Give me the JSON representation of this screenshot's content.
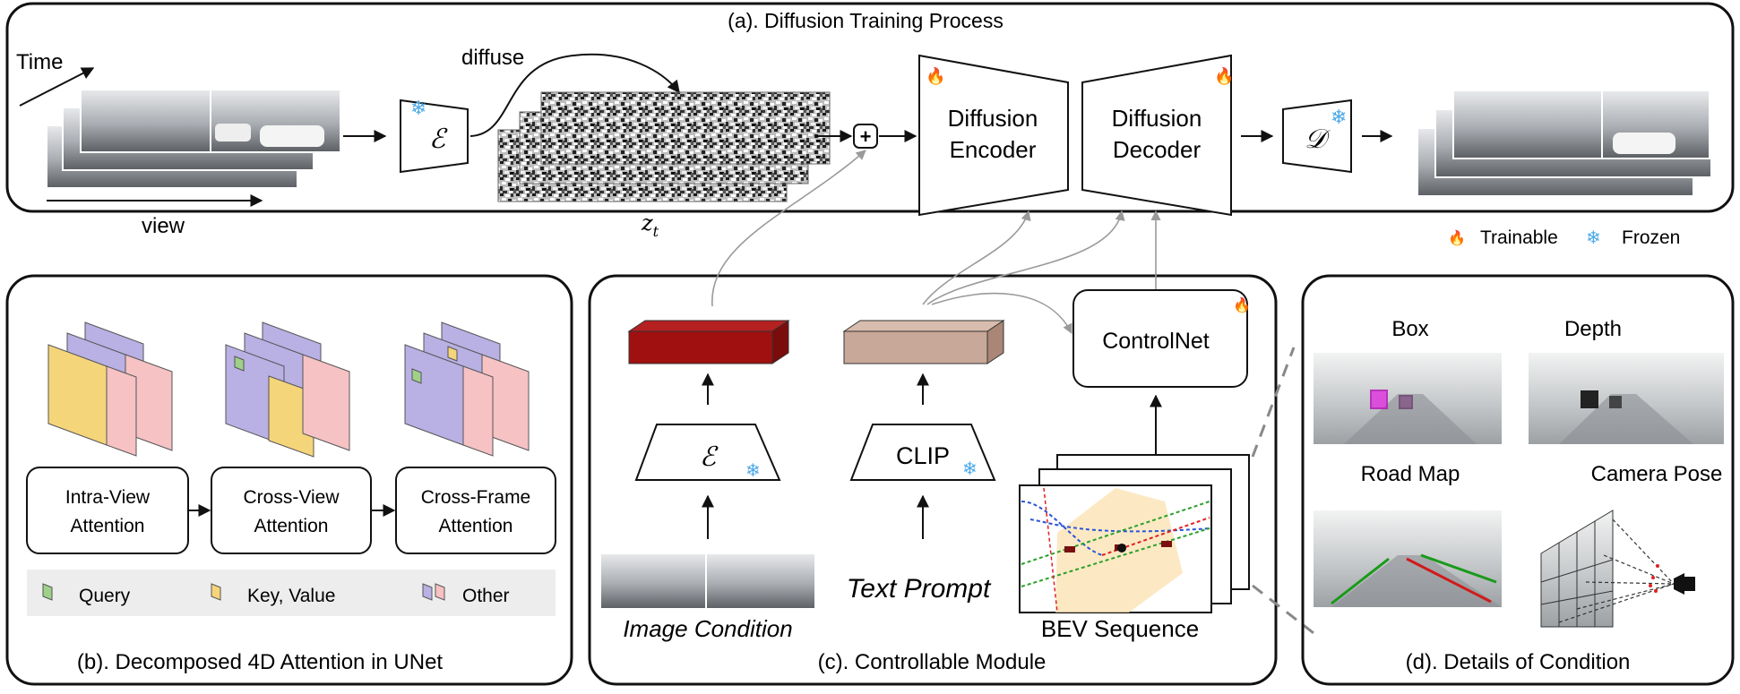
{
  "panel_a": {
    "title": "(a). Diffusion Training Process",
    "time_label": "Time",
    "view_label": "view",
    "diffuse_label": "diffuse",
    "encoder_symbol": "ℰ",
    "decoder_symbol": "𝒟",
    "latent_symbol": "z",
    "latent_subscript": "t",
    "plus_symbol": "+",
    "diffusion_encoder": [
      "Diffusion",
      "Encoder"
    ],
    "diffusion_decoder": [
      "Diffusion",
      "Decoder"
    ],
    "legend_trainable": "Trainable",
    "legend_frozen": "Frozen"
  },
  "panel_b": {
    "title": "(b). Decomposed 4D Attention in UNet",
    "steps": [
      [
        "Intra-View",
        "Attention"
      ],
      [
        "Cross-View",
        "Attention"
      ],
      [
        "Cross-Frame",
        "Attention"
      ]
    ],
    "legend": {
      "query": "Query",
      "key_value": "Key, Value",
      "other": "Other"
    }
  },
  "panel_c": {
    "title": "(c). Controllable Module",
    "encoder_symbol": "ℰ",
    "clip_label": "CLIP",
    "controlnet_label": "ControlNet",
    "image_condition": "Image Condition",
    "text_prompt": "Text Prompt",
    "bev_sequence": "BEV Sequence"
  },
  "panel_d": {
    "title": "(d). Details of Condition",
    "box": "Box",
    "depth": "Depth",
    "road_map": "Road Map",
    "camera_pose": "Camera Pose"
  },
  "colors": {
    "panel_border": "#111111",
    "image_condition_token": "#a01010",
    "text_token": "#c8a898",
    "query": "#9fd08a",
    "key_value": "#f5d57a",
    "other_purple": "#b9b0e4",
    "other_pink": "#f6c2c4",
    "frozen": "#4aa8e8",
    "trainable": "#f06a1c"
  }
}
